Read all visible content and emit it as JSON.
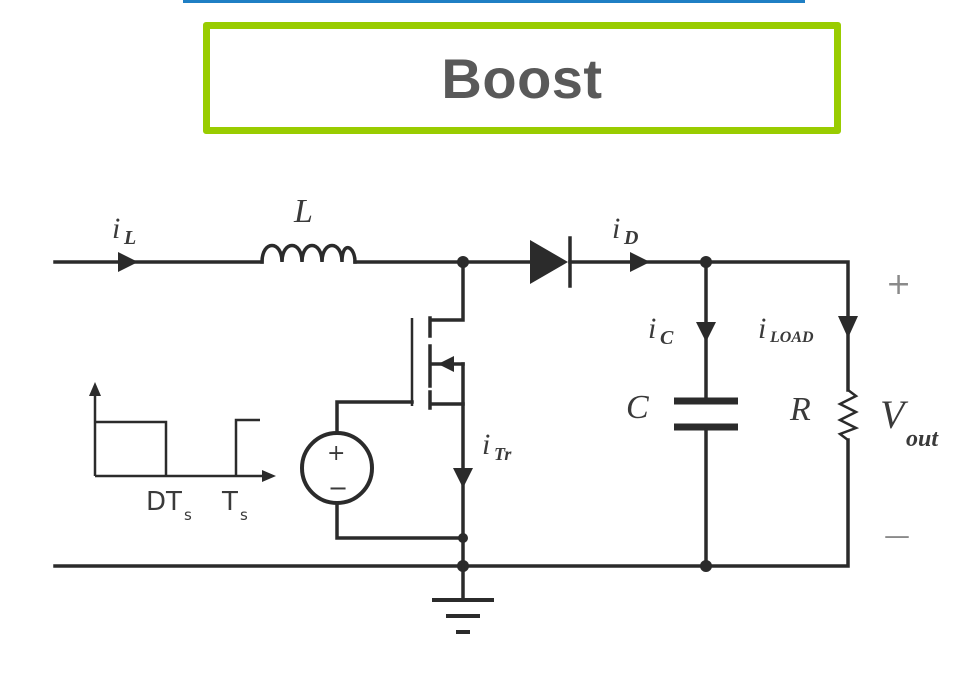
{
  "header": {
    "title": "Boost"
  },
  "colors": {
    "accent_rule": "#1f7fc4",
    "title_border": "#99cc00",
    "title_text": "#595959",
    "wire": "#2b2b2b"
  },
  "circuit": {
    "labels": {
      "il_main": "i",
      "il_sub": "L",
      "inductor": "L",
      "id_main": "i",
      "id_sub": "D",
      "ic_main": "i",
      "ic_sub": "C",
      "iload_main": "i",
      "iload_sub": "LOAD",
      "isw_main": "i",
      "isw_sub": "Tr",
      "capacitor": "C",
      "resistor": "R",
      "vout_main": "V",
      "vout_sub": "out",
      "plus": "+",
      "minus": "—",
      "source_plus": "+",
      "source_minus": "−",
      "dt_main": "DT",
      "dt_sub": "s",
      "t_main": "T",
      "t_sub": "s"
    }
  }
}
